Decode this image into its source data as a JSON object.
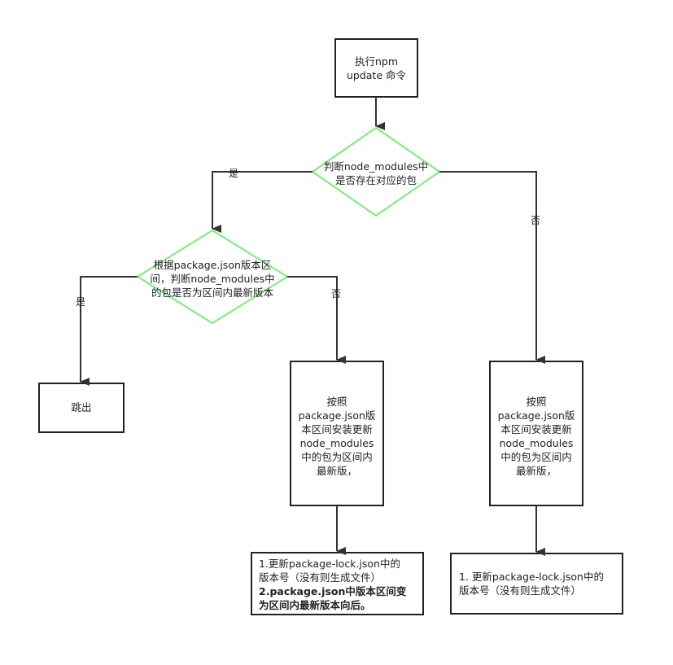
{
  "nodes": {
    "start": {
      "lines": [
        "执行npm",
        "update 命令"
      ]
    },
    "check_exists": {
      "lines": [
        "判断node_modules中",
        "是否存在对应的包"
      ]
    },
    "check_version": {
      "lines": [
        "根据package.json版本区",
        "间，判断node_modules中",
        "的包是否为区间内最新版本"
      ]
    },
    "exit": {
      "lines": [
        "跳出"
      ]
    },
    "install_mid": {
      "lines": [
        "按照",
        "package.json版",
        "本区间安装更新",
        "node_modules",
        "中的包为区间内",
        "最新版，"
      ]
    },
    "install_right": {
      "lines": [
        "按照",
        "package.json版",
        "本区间安装更新",
        "node_modules",
        "中的包为区间内",
        "最新版，"
      ]
    },
    "lock_mid": {
      "lines": [
        "1.更新package-lock.json中的",
        "版本号（没有则生成文件）"
      ],
      "bold_lines": [
        "2.package.json中版本区间变",
        "为区间内最新版本向后。"
      ]
    },
    "lock_right": {
      "lines": [
        "1. 更新package-lock.json中的",
        "版本号（没有则生成文件）"
      ]
    }
  },
  "edge_labels": {
    "yes_1": "是",
    "no_1": "否",
    "yes_2": "是",
    "no_2": "否"
  },
  "colors": {
    "diamond_stroke": "#77ee77",
    "box_stroke": "#222222",
    "arrow": "#333333"
  }
}
